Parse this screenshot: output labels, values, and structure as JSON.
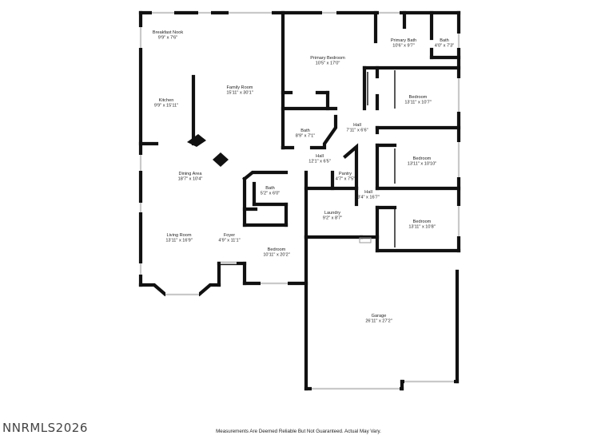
{
  "watermark": "NNRMLS2026",
  "disclaimer": "Measurements Are Deemed Reliable But Not Guaranteed. Actual May Vary.",
  "rooms": [
    {
      "id": "breakfast-nook",
      "name": "Breakfast Nook",
      "dims": "9'9\" x 7'6\""
    },
    {
      "id": "kitchen",
      "name": "Kitchen",
      "dims": "9'9\" x 15'11\""
    },
    {
      "id": "family-room",
      "name": "Family Room",
      "dims": "15'11\" x 30'1\""
    },
    {
      "id": "primary-bedroom",
      "name": "Primary Bedroom",
      "dims": "10'5\" x 17'0\""
    },
    {
      "id": "primary-bath",
      "name": "Primary Bath",
      "dims": "10'6\" x 9'7\""
    },
    {
      "id": "bath-small",
      "name": "Bath",
      "dims": "4'0\" x 7'3\""
    },
    {
      "id": "bedroom-ne",
      "name": "Bedroom",
      "dims": "13'11\" x 10'7\""
    },
    {
      "id": "bath-hall",
      "name": "Bath",
      "dims": "8'9\" x 7'1\""
    },
    {
      "id": "hall-1",
      "name": "Hall",
      "dims": "7'11\" x 6'6\""
    },
    {
      "id": "bedroom-e",
      "name": "Bedroom",
      "dims": "13'11\" x 10'10\""
    },
    {
      "id": "hall-2",
      "name": "Hall",
      "dims": "12'1\" x 6'5\""
    },
    {
      "id": "pantry",
      "name": "Pantry",
      "dims": "4'7\" x 7'5\""
    },
    {
      "id": "dining-area",
      "name": "Dining Area",
      "dims": "18'7\" x 10'4\""
    },
    {
      "id": "bath-foyer",
      "name": "Bath",
      "dims": "5'2\" x 6'0\""
    },
    {
      "id": "hall-3",
      "name": "Hall",
      "dims": "3'4\" x 16'7\""
    },
    {
      "id": "laundry",
      "name": "Laundry",
      "dims": "9'2\" x 8'7\""
    },
    {
      "id": "bedroom-se",
      "name": "Bedroom",
      "dims": "13'11\" x 10'8\""
    },
    {
      "id": "living-room",
      "name": "Living Room",
      "dims": "13'11\" x 16'9\""
    },
    {
      "id": "foyer",
      "name": "Foyer",
      "dims": "4'9\" x 11'1\""
    },
    {
      "id": "bedroom-s",
      "name": "Bedroom",
      "dims": "10'11\" x 20'2\""
    },
    {
      "id": "garage",
      "name": "Garage",
      "dims": "26'11\" x 27'2\""
    }
  ]
}
